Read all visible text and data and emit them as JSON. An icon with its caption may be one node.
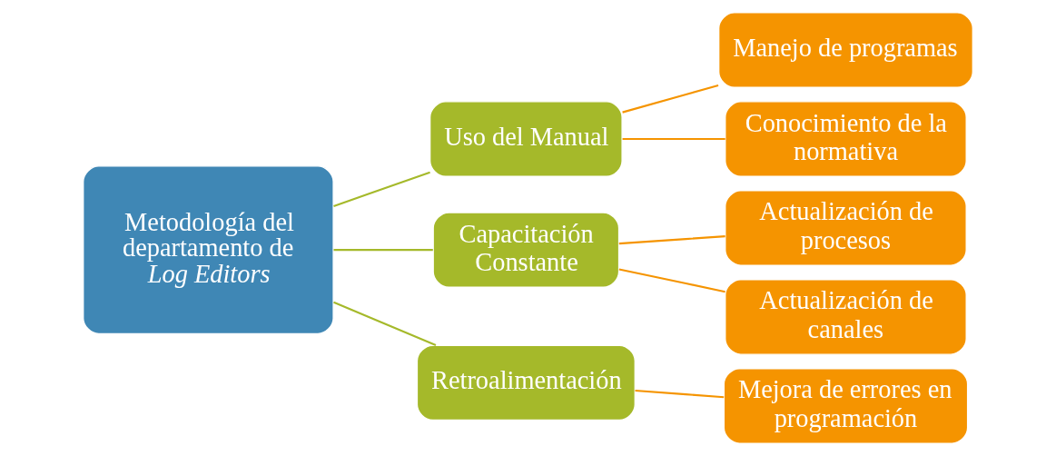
{
  "diagram": {
    "nodes": [
      {
        "text": [
          "Metodología del departamento de *Log Editors*"
        ]
      },
      {
        "text": [
          "Uso del Manual"
        ]
      },
      {
        "text": [
          "Capacitación Constante"
        ]
      },
      {
        "text": [
          "Retroalimentación"
        ]
      },
      {
        "text": [
          "Manejo de programas"
        ]
      },
      {
        "text": [
          "Conocimiento de la normativa"
        ]
      },
      {
        "text": [
          "Actualización de procesos"
        ]
      },
      {
        "text": [
          "Actualización de canales"
        ]
      },
      {
        "text": [
          "Mejora de errores en programación"
        ]
      }
    ],
    "edges": [
      {
        "from": 0,
        "to": 1,
        "arrow": "none",
        "color": "#a5b92a"
      },
      {
        "from": 0,
        "to": 2,
        "arrow": "none",
        "color": "#a5b92a"
      },
      {
        "from": 0,
        "to": 3,
        "arrow": "none",
        "color": "#a5b92a"
      },
      {
        "from": 1,
        "to": 4,
        "arrow": "none"
      },
      {
        "from": 1,
        "to": 5,
        "arrow": "none"
      },
      {
        "from": 2,
        "to": 6,
        "arrow": "none"
      },
      {
        "from": 2,
        "to": 7,
        "arrow": "none"
      },
      {
        "from": 3,
        "to": 8,
        "arrow": "none"
      }
    ]
  }
}
